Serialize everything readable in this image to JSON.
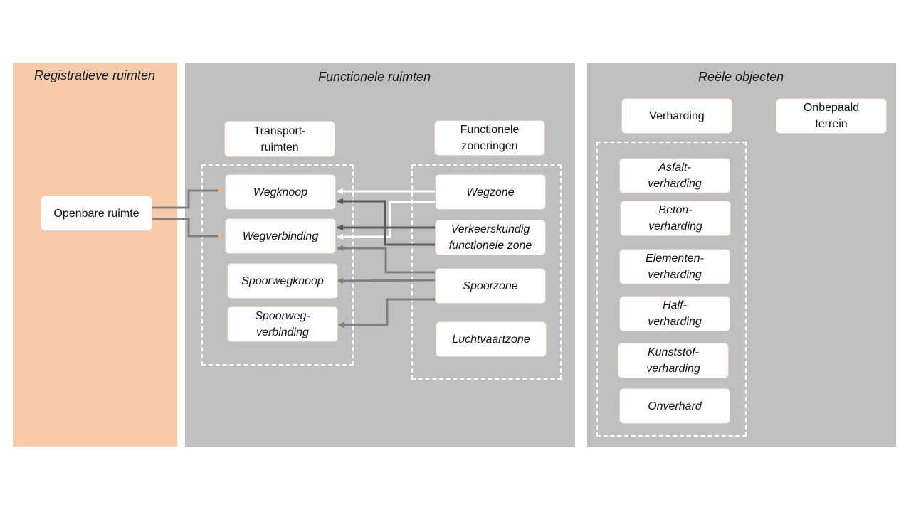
{
  "colors": {
    "registratief_bg": "#f8cbad",
    "panel_bg": "#bfbfbf",
    "arrow_orange": "#f4b183",
    "arrow_dark": "#595959",
    "arrow_mid": "#7f7f7f",
    "arrow_white": "#ffffff"
  },
  "panels": {
    "registratief": {
      "title": "Registratieve ruimten"
    },
    "functioneel": {
      "title": "Functionele ruimten"
    },
    "reeel": {
      "title": "Reële objecten"
    }
  },
  "nodes": {
    "openbare_ruimte": "Openbare ruimte",
    "transportruimten": "Transport-\nruimten",
    "functionele_zoneringen": "Functionele\nzoneringen",
    "wegknoop": "Wegknoop",
    "wegverbinding": "Wegverbinding",
    "spoorwegknoop": "Spoorwegknoop",
    "spoorwegverbinding": "Spoorweg-\nverbinding",
    "wegzone": "Wegzone",
    "verkeerskundig": "Verkeerskundig\nfunctionele zone",
    "spoorzone": "Spoorzone",
    "luchtvaartzone": "Luchtvaartzone",
    "verharding": "Verharding",
    "onbepaald_terrein": "Onbepaald\nterrein",
    "asfalt": "Asfalt-\nverharding",
    "beton": "Beton-\nverharding",
    "elementen": "Elementen-\nverharding",
    "half": "Half-\nverharding",
    "kunststof": "Kunststof-\nverharding",
    "onverhard": "Onverhard"
  }
}
